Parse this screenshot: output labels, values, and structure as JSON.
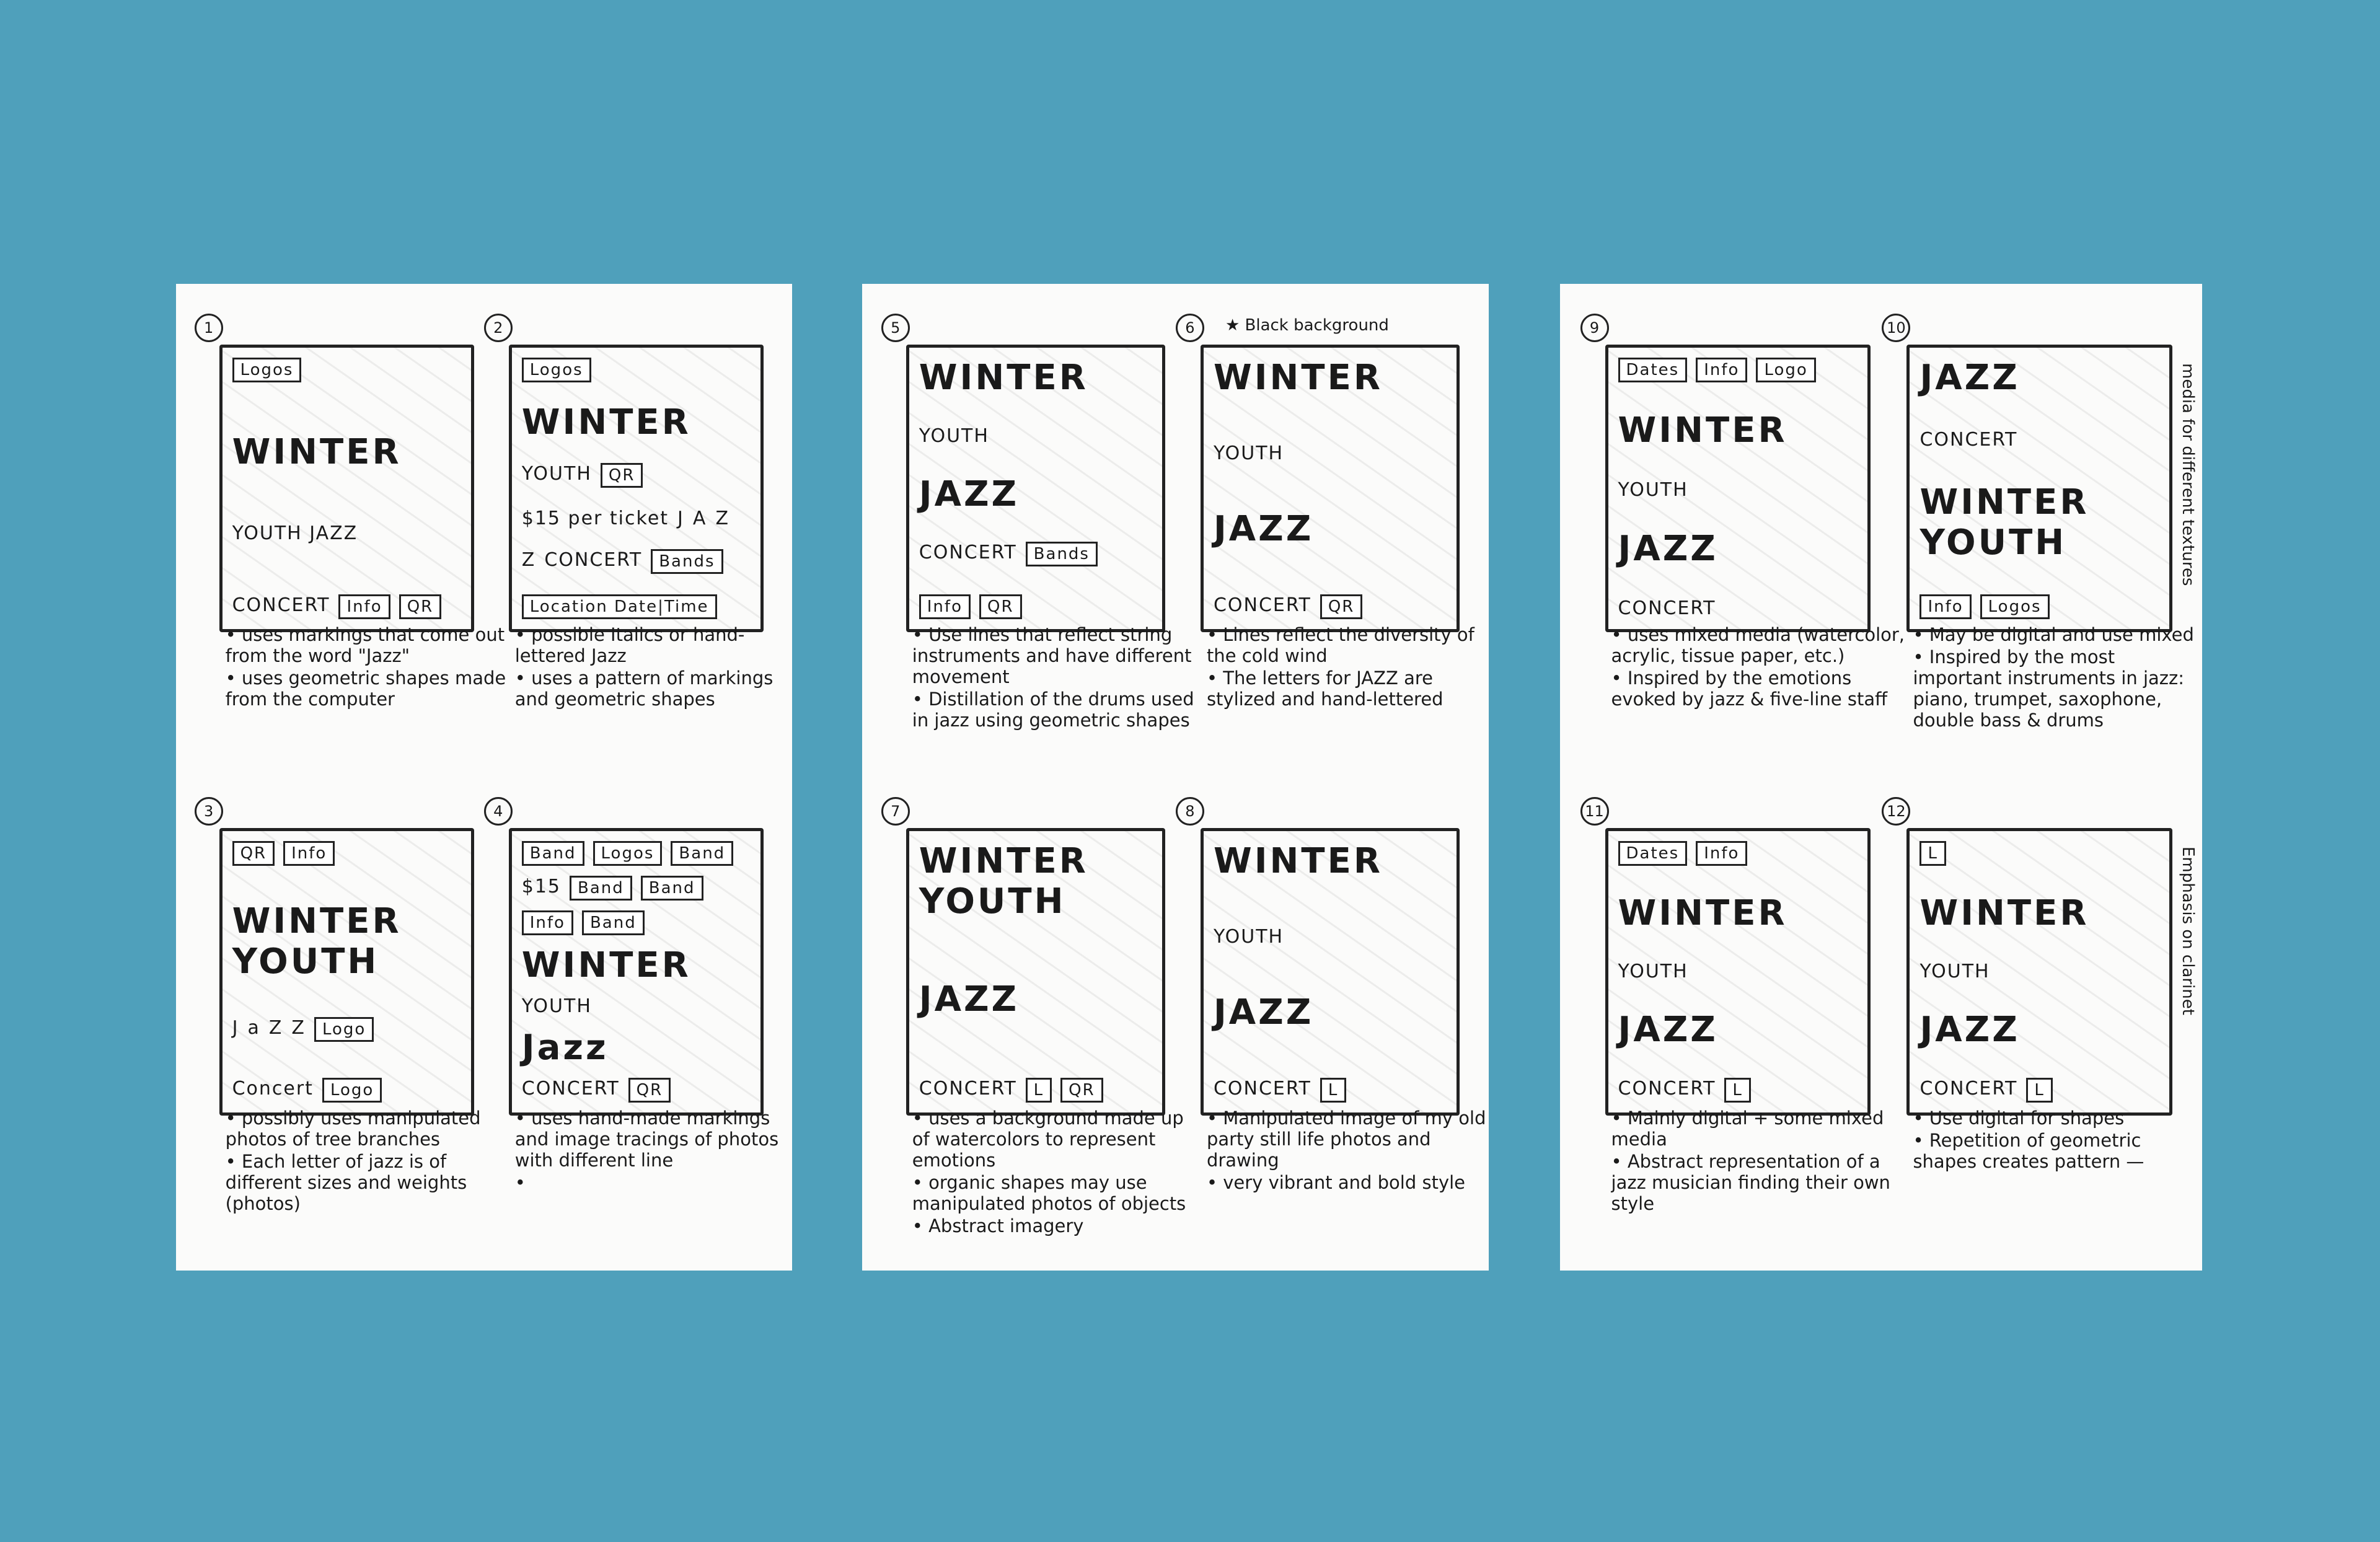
{
  "background_color": "#4fa0bb",
  "panels": [
    {
      "sketches": [
        {
          "number": "1",
          "labels": [
            "Logos",
            "WINTER",
            "YOUTH JAZZ",
            "CONCERT",
            "Info",
            "QR"
          ],
          "notes": [
            "• uses markings that come out from the word \"Jazz\"",
            "• uses geometric shapes made from the computer"
          ]
        },
        {
          "number": "2",
          "labels": [
            "Logos",
            "WINTER",
            "YOUTH",
            "QR",
            "$15 per ticket",
            "J",
            "A",
            "Z",
            "Z",
            "CONCERT",
            "Bands",
            "Location Date|Time"
          ],
          "notes": [
            "• possible Italics or hand-lettered Jazz",
            "• uses a pattern of markings and geometric shapes"
          ]
        },
        {
          "number": "3",
          "labels": [
            "QR",
            "Info",
            "WINTER YOUTH",
            "J",
            "a",
            "Z",
            "Z",
            "Logo",
            "Concert",
            "Logo"
          ],
          "notes": [
            "• possibly uses manipulated photos of tree branches",
            "• Each letter of jazz is of different sizes and weights (photos)"
          ]
        },
        {
          "number": "4",
          "labels": [
            "Band",
            "Logos",
            "Band",
            "$15",
            "Band",
            "Band",
            "Info",
            "Band",
            "WINTER",
            "YOUTH",
            "Jazz",
            "CONCERT",
            "QR"
          ],
          "notes": [
            "• uses hand-made markings and image tracings of photos with different line",
            "•"
          ]
        }
      ]
    },
    {
      "sketches": [
        {
          "number": "5",
          "labels": [
            "WINTER",
            "YOUTH",
            "JAZZ",
            "CONCERT",
            "Bands",
            "Info",
            "QR"
          ],
          "notes": [
            "• Use lines that reflect string instruments and have different movement",
            "• Distillation of the drums used in jazz using geometric shapes"
          ]
        },
        {
          "number": "6",
          "annotation": "★ Black background",
          "labels": [
            "WINTER",
            "YOUTH",
            "JAZZ",
            "CONCERT",
            "QR"
          ],
          "notes": [
            "• Lines reflect the diversity of the cold wind",
            "• The letters for JAZZ are stylized and hand-lettered"
          ]
        },
        {
          "number": "7",
          "labels": [
            "WINTER YOUTH",
            "JAZZ",
            "CONCERT",
            "L",
            "QR"
          ],
          "notes": [
            "• uses a background made up of watercolors to represent emotions",
            "• organic shapes may use manipulated photos of objects",
            "• Abstract imagery"
          ]
        },
        {
          "number": "8",
          "labels": [
            "WINTER",
            "YOUTH",
            "JAZZ",
            "CONCERT",
            "L"
          ],
          "notes": [
            "• Manipulated image of my old party still life photos and drawing",
            "• very vibrant and bold style"
          ]
        }
      ]
    },
    {
      "sketches": [
        {
          "number": "9",
          "labels": [
            "Dates",
            "Info",
            "Logo",
            "WINTER",
            "YOUTH",
            "JAZZ",
            "CONCERT"
          ],
          "notes": [
            "• uses mixed media (watercolor, acrylic, tissue paper, etc.)",
            "• Inspired by the emotions evoked by jazz & five-line staff"
          ]
        },
        {
          "number": "10",
          "side": "media for different textures",
          "labels": [
            "JAZZ",
            "CONCERT",
            "WINTER YOUTH",
            "Info",
            "Logos"
          ],
          "notes": [
            "• May be digital and use mixed",
            "• Inspired by the most important instruments in jazz: piano, trumpet, saxophone, double bass & drums"
          ]
        },
        {
          "number": "11",
          "labels": [
            "Dates",
            "Info",
            "WINTER",
            "YOUTH",
            "JAZZ",
            "CONCERT",
            "L"
          ],
          "notes": [
            "• Mainly digital + some mixed media",
            "• Abstract representation of a jazz musician finding their own style"
          ]
        },
        {
          "number": "12",
          "side": "Emphasis on clarinet",
          "labels": [
            "L",
            "WINTER",
            "YOUTH",
            "JAZZ",
            "CONCERT",
            "L"
          ],
          "notes": [
            "• Use digital for shapes",
            "• Repetition of geometric shapes creates pattern —"
          ]
        }
      ]
    }
  ]
}
